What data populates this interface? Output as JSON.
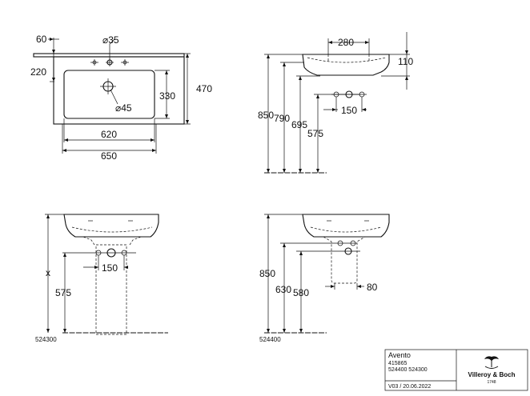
{
  "views": {
    "top": {
      "dims": [
        "60",
        "⌀35",
        "220",
        "470",
        "330",
        "⌀45",
        "620",
        "650"
      ]
    },
    "side_top": {
      "dims": [
        "280",
        "110",
        "850",
        "790",
        "695",
        "575",
        "150"
      ]
    },
    "front_pedestal": {
      "dims": [
        "x",
        "575",
        "150"
      ],
      "model": "524300"
    },
    "side_pedestal": {
      "dims": [
        "850",
        "630",
        "580",
        "80"
      ],
      "model": "524400"
    }
  },
  "title_block": {
    "product": "Avento",
    "article": "415865",
    "accessories": "524400 524300",
    "version": "V03 / 20.06.2022",
    "brand": "Villeroy & Boch",
    "brand_year": "1748"
  }
}
